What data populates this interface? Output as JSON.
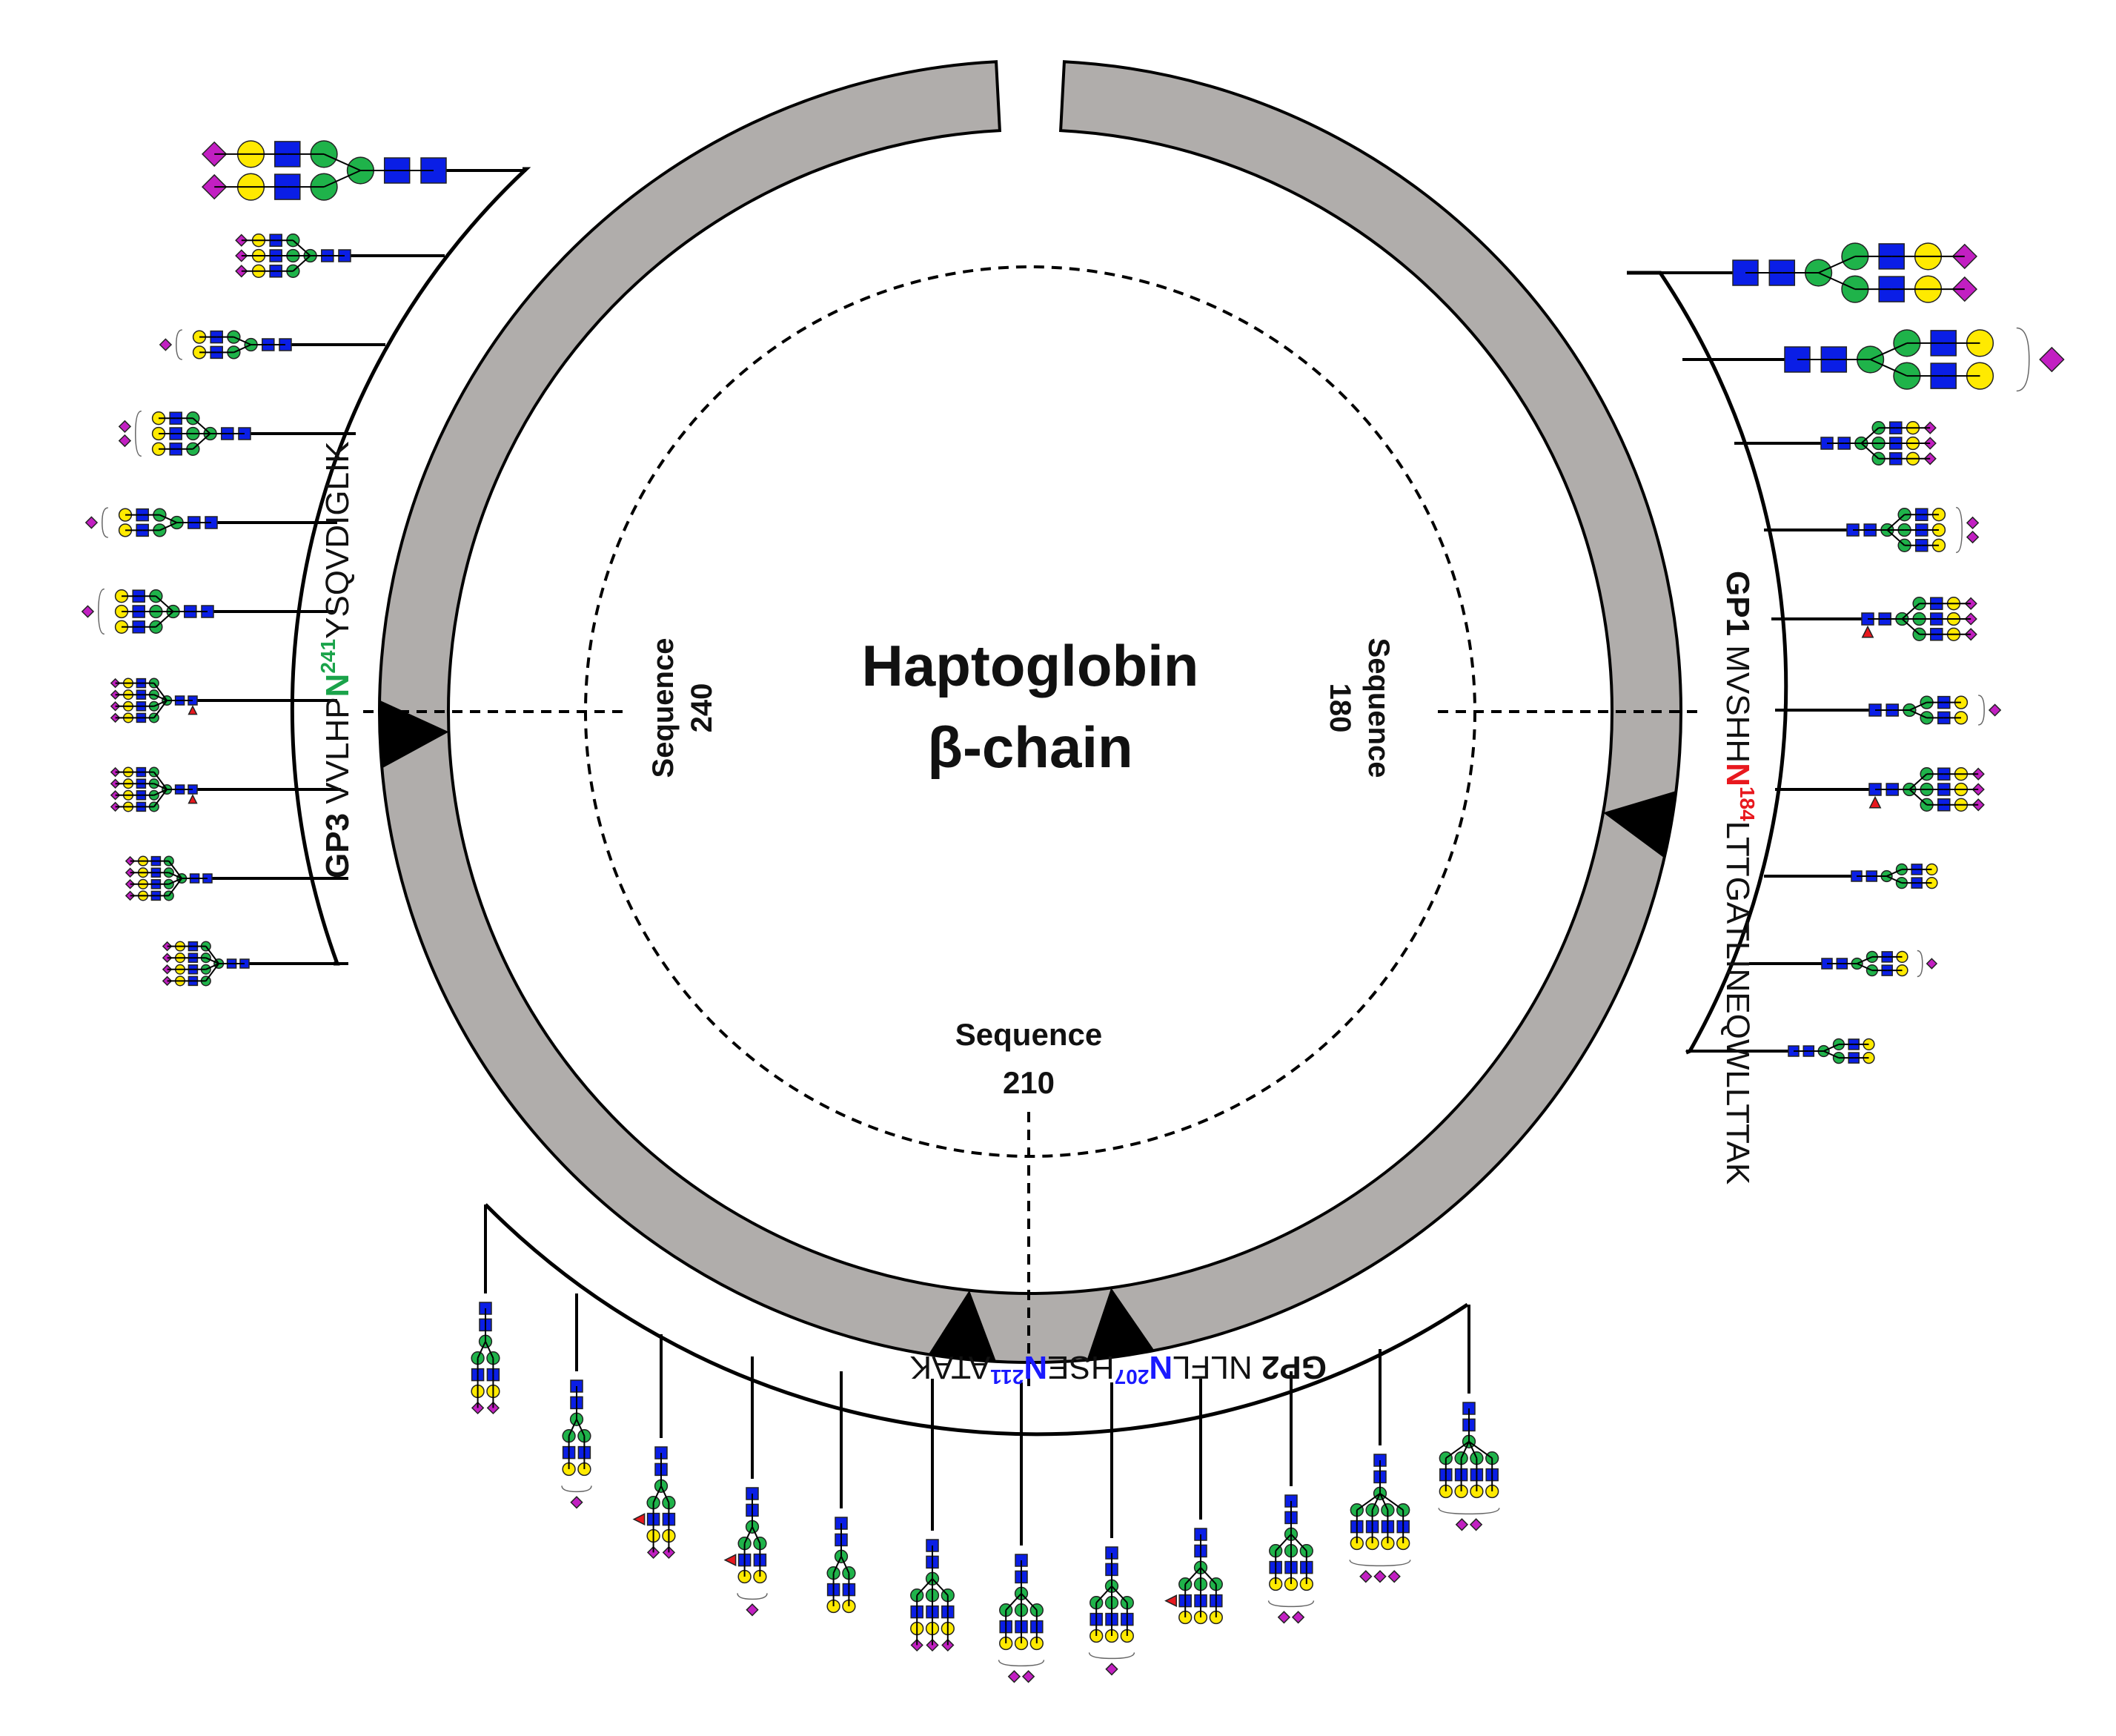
{
  "title": {
    "line1": "Haptoglobin",
    "line2": "β-chain"
  },
  "sequence_markers": [
    {
      "word": "Sequence",
      "number": "180"
    },
    {
      "word": "Sequence",
      "number": "210"
    },
    {
      "word": "Sequence",
      "number": "240"
    }
  ],
  "glycopeptides": {
    "gp1": {
      "label": "GP1",
      "pre": " MVSHH",
      "site": "N",
      "site_number": "184",
      "post": "LTTGATLINEQWLLTTAK",
      "site_color": "#e8181e"
    },
    "gp2": {
      "label": "GP2",
      "pre": " NLFL",
      "site1": "N",
      "site1_number": "207",
      "mid": "HSE",
      "site2": "N",
      "site2_number": "211",
      "post": "ATAK",
      "site_color": "#1a1aff"
    },
    "gp3": {
      "label": "GP3",
      "pre": " VVLHP",
      "site": "N",
      "site_number": "241",
      "post": "YSQVDIGLIK",
      "site_color": "#1aa34a"
    }
  },
  "colors": {
    "ring_fill": "#b0adab",
    "site_mark": "#000000",
    "galactose": "#ffea00",
    "mannose": "#1fb34a",
    "glcnac": "#0a1ee6",
    "sialic_acid": "#c21fc2",
    "fucose": "#e8181e"
  },
  "glycan_counts": {
    "gp1": 10,
    "gp2": 12,
    "gp3": 10
  }
}
